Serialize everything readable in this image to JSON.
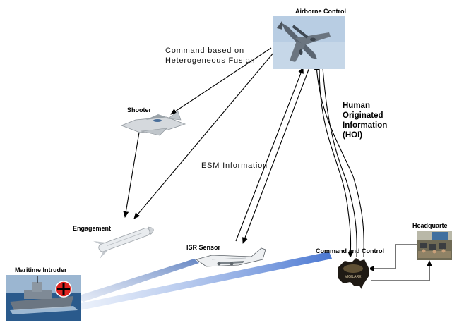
{
  "nodes": {
    "airborne_control": "Airborne Control",
    "shooter": "Shooter",
    "engagement": "Engagement",
    "isr_sensor": "ISR Sensor",
    "maritime_intruder": "Maritime Intruder",
    "command_and_control": "Command and Control",
    "headquarters": "Headquarte"
  },
  "flows": {
    "command_fusion_line1": "Command based on",
    "command_fusion_line2": "Heterogeneous Fusion",
    "esm_information": "ESM Information",
    "hoi_line1": "Human",
    "hoi_line2": "Originated",
    "hoi_line3": "Information",
    "hoi_line4": "(HOI)"
  },
  "map_overlay_text": "VIGILARE",
  "colors": {
    "beam": "#7f9ccc",
    "arrow": "#000000",
    "marker_red": "#e0231f"
  }
}
